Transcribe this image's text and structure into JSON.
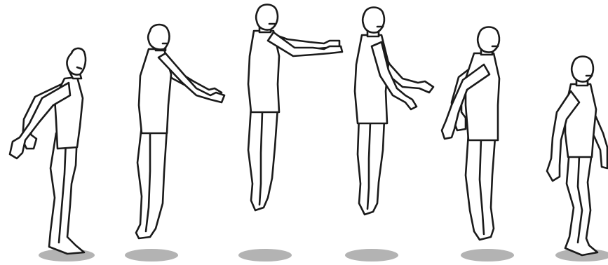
{
  "figure": {
    "type": "jump-sequence-illustration",
    "frame_count": 6,
    "frames": [
      {
        "phase": "crouch",
        "arms": "back",
        "on_ground": true
      },
      {
        "phase": "takeoff",
        "arms": "forward",
        "on_ground": false
      },
      {
        "phase": "peak",
        "arms": "forward-raised",
        "on_ground": false
      },
      {
        "phase": "descent",
        "arms": "forward-low",
        "on_ground": false
      },
      {
        "phase": "pre-landing",
        "arms": "back",
        "on_ground": false
      },
      {
        "phase": "landing",
        "arms": "back",
        "on_ground": true
      }
    ],
    "colors": {
      "outline": "#1a1a1a",
      "body_fill": "#ffffff",
      "shadow": "#b3b3b3",
      "background": "#ffffff"
    }
  }
}
